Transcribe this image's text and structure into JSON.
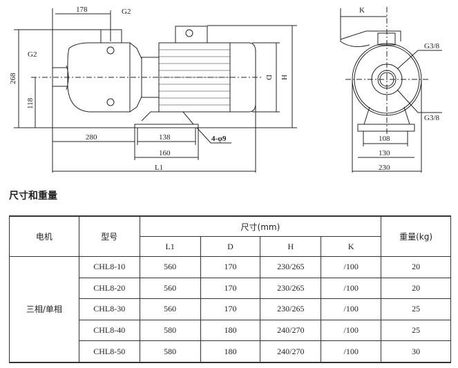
{
  "drawing": {
    "dim_178": "178",
    "g2_top": "G2",
    "g2_left": "G2",
    "dim_268": "268",
    "dim_118": "118",
    "dim_280": "280",
    "dim_138": "138",
    "dim_160": "160",
    "dim_l1": "L1",
    "holes": "4-φ9",
    "dim_d": "D",
    "dim_h": "H",
    "dim_k": "K",
    "g38_top": "G3/8",
    "g38_bottom": "G3/8",
    "dim_108": "108",
    "dim_130": "130",
    "dim_230": "230"
  },
  "section_title": "尺寸和重量",
  "table": {
    "headers": {
      "motor": "电机",
      "model": "型号",
      "size": "尺寸(mm)",
      "weight": "重量(kg)",
      "l1": "L1",
      "d": "D",
      "h": "H",
      "k": "K"
    },
    "motor_type": "三相/单相",
    "rows": [
      [
        "CHL8-10",
        "560",
        "170",
        "230/265",
        "/100",
        "20"
      ],
      [
        "CHL8-20",
        "560",
        "170",
        "230/265",
        "/100",
        "20"
      ],
      [
        "CHL8-30",
        "560",
        "170",
        "230/265",
        "/100",
        "25"
      ],
      [
        "CHL8-40",
        "580",
        "180",
        "240/270",
        "/100",
        "25"
      ],
      [
        "CHL8-50",
        "580",
        "180",
        "240/270",
        "/100",
        "30"
      ]
    ]
  }
}
